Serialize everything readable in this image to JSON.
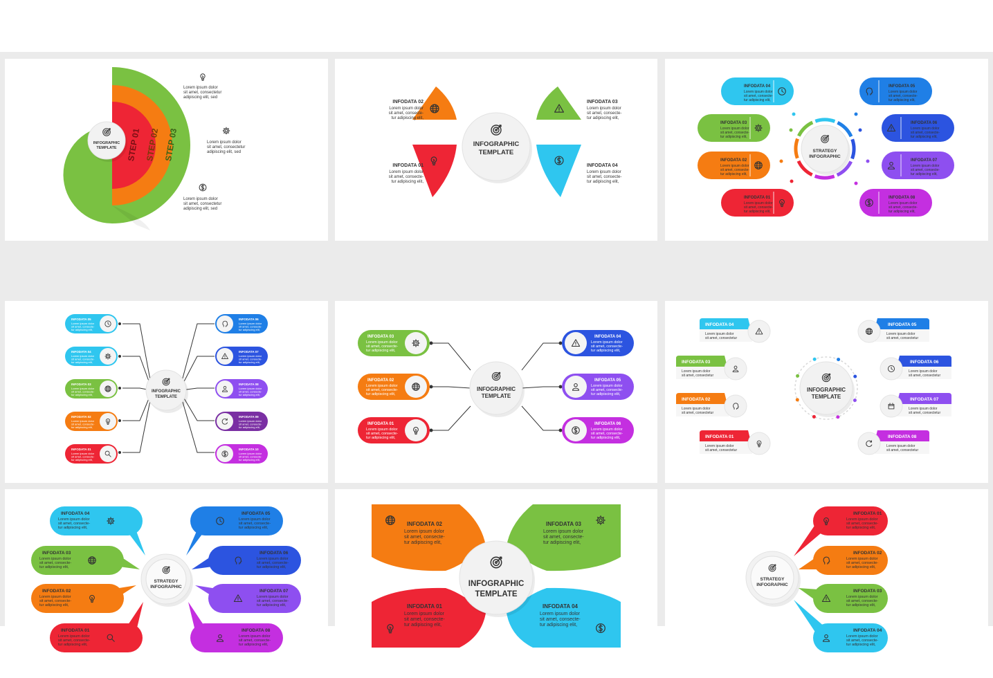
{
  "colors": {
    "red": "#ee2535",
    "orange": "#f57c12",
    "green": "#7ac142",
    "cyan": "#2fc6ef",
    "blue": "#1f7fe6",
    "navy": "#2c54e0",
    "violet": "#8e4ff0",
    "magenta": "#c42fe0",
    "purple": "#7a2fa3",
    "ink": "#333333"
  },
  "text": {
    "infographic": "INFOGRAPHIC",
    "template": "TEMPLATE",
    "strategy": "STRATEGY",
    "lorem3": [
      "Lorem ipsum dolor",
      "sit amet, consectetur",
      "adipiscing elit, sed"
    ],
    "lorem3b": [
      "Lorem ipsum dolor",
      "sit amet, consecte-",
      "tur adipiscing elit,"
    ],
    "lorem2": [
      "Lorem ipsum dolor",
      "sit amet, consectetur"
    ],
    "steps": [
      "STEP 01",
      "STEP 02",
      "STEP 03"
    ],
    "infodata": [
      "INFODATA 01",
      "INFODATA 02",
      "INFODATA 03",
      "INFODATA 04",
      "INFODATA 05",
      "INFODATA 06",
      "INFODATA 07",
      "INFODATA 08",
      "INFODATA 09",
      "INFODATA 10"
    ]
  }
}
